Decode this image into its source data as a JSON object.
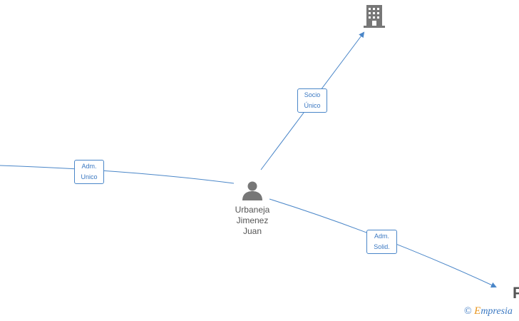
{
  "nodes": {
    "person": {
      "name_lines": [
        "Urbaneja",
        "Jimenez",
        "Juan"
      ]
    },
    "company_top": {},
    "company_bottom_right": {
      "partial_text": "P"
    }
  },
  "edges": {
    "left": {
      "label_lines": [
        "Adm.",
        "Unico"
      ]
    },
    "top": {
      "label_lines": [
        "Socio",
        "Único"
      ]
    },
    "bottom_right": {
      "label_lines": [
        "Adm.",
        "Solid."
      ]
    }
  },
  "watermark": {
    "copyright": "©",
    "brand_first": "E",
    "brand_rest": "mpresia"
  },
  "colors": {
    "edge": "#4a86c8",
    "icon": "#777777",
    "label_text": "#3a78c2"
  }
}
